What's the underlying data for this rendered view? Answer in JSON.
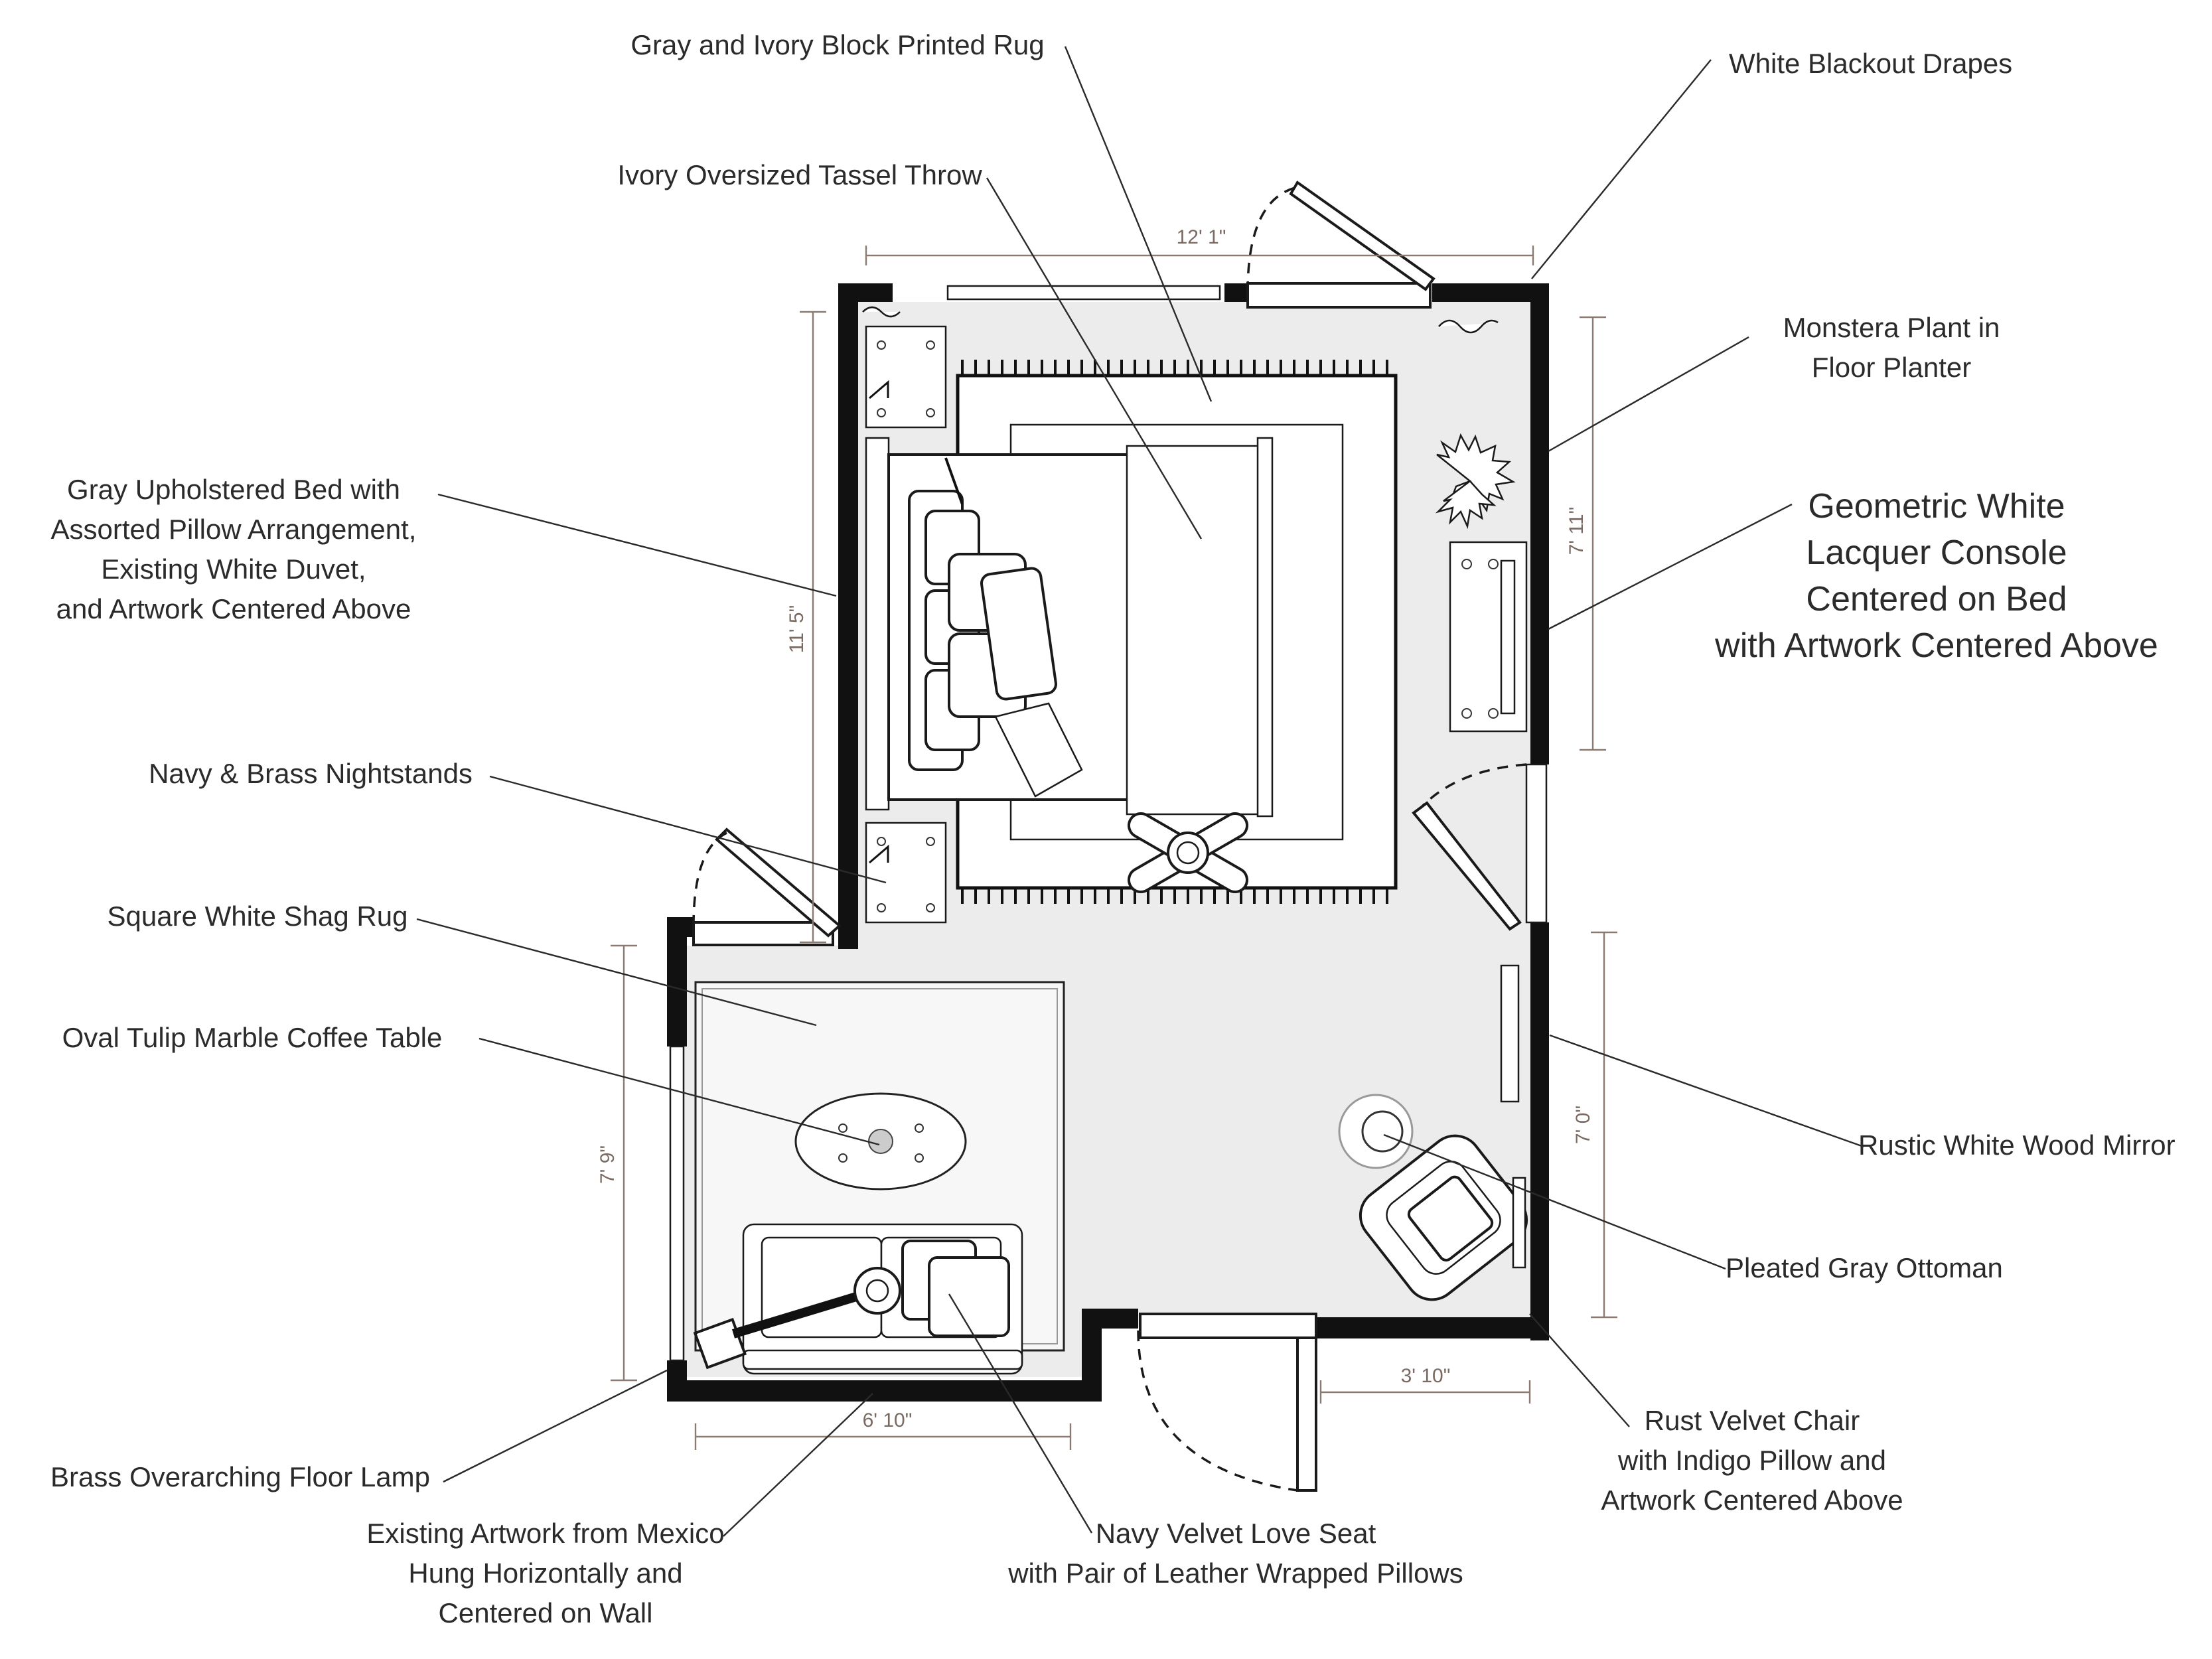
{
  "labels": {
    "rug_block": "Gray and Ivory Block Printed Rug",
    "drapes": "White Blackout Drapes",
    "throw": "Ivory Oversized Tassel Throw",
    "monstera_1": "Monstera Plant in",
    "monstera_2": "Floor Planter",
    "bed_1": "Gray Upholstered Bed with",
    "bed_2": "Assorted Pillow Arrangement,",
    "bed_3": "Existing White Duvet,",
    "bed_4": "and Artwork Centered Above",
    "console_1": "Geometric White",
    "console_2": "Lacquer Console",
    "console_3": "Centered on Bed",
    "console_4": "with Artwork Centered Above",
    "nightstands": "Navy & Brass Nightstands",
    "shag_rug": "Square White Shag Rug",
    "coffee_table": "Oval Tulip Marble Coffee Table",
    "mirror": "Rustic White Wood Mirror",
    "ottoman": "Pleated Gray Ottoman",
    "chair_1": "Rust Velvet Chair",
    "chair_2": "with Indigo Pillow and",
    "chair_3": "Artwork Centered Above",
    "lamp": "Brass Overarching Floor Lamp",
    "artwork_1": "Existing Artwork from Mexico",
    "artwork_2": "Hung Horizontally and",
    "artwork_3": "Centered on Wall",
    "loveseat_1": "Navy Velvet Love Seat",
    "loveseat_2": "with Pair of Leather Wrapped Pillows"
  },
  "dimensions": {
    "top_width": "12' 1\"",
    "left_height": "11' 5\"",
    "right_upper": "7' 11\"",
    "right_lower": "7' 0\"",
    "lower_left_height": "7' 9\"",
    "bottom_width": "6' 10\"",
    "bottom_right": "3' 10\""
  },
  "colors": {
    "wall": "#111111",
    "floor": "#ececec",
    "text": "#2b2b2b",
    "dimension": "#7a6a62"
  }
}
